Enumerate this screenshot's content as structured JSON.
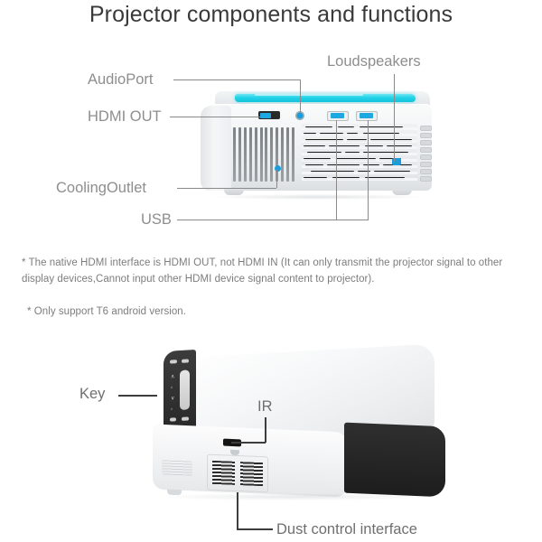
{
  "page": {
    "title": "Projector components and functions",
    "background_color": "#ffffff",
    "label_color": "#8e8e8e",
    "accent_color": "#1b9ddb",
    "cyan_color": "#22d3e8"
  },
  "top_diagram": {
    "labels": {
      "audio_port": "AudioPort",
      "hdmi_out": "HDMI OUT",
      "cooling_outlet": "CoolingOutlet",
      "usb": "USB",
      "loudspeakers": "Loudspeakers"
    }
  },
  "footnotes": [
    "* The native HDMI interface is HDMI OUT, not HDMI IN  (It can only transmit the projector signal to other display devices,Cannot input other HDMI device signal content to projector).",
    "* Only support T6 android version."
  ],
  "bottom_diagram": {
    "labels": {
      "key": "Key",
      "ir": "IR",
      "dust_control_interface": "Dust control interface"
    }
  }
}
